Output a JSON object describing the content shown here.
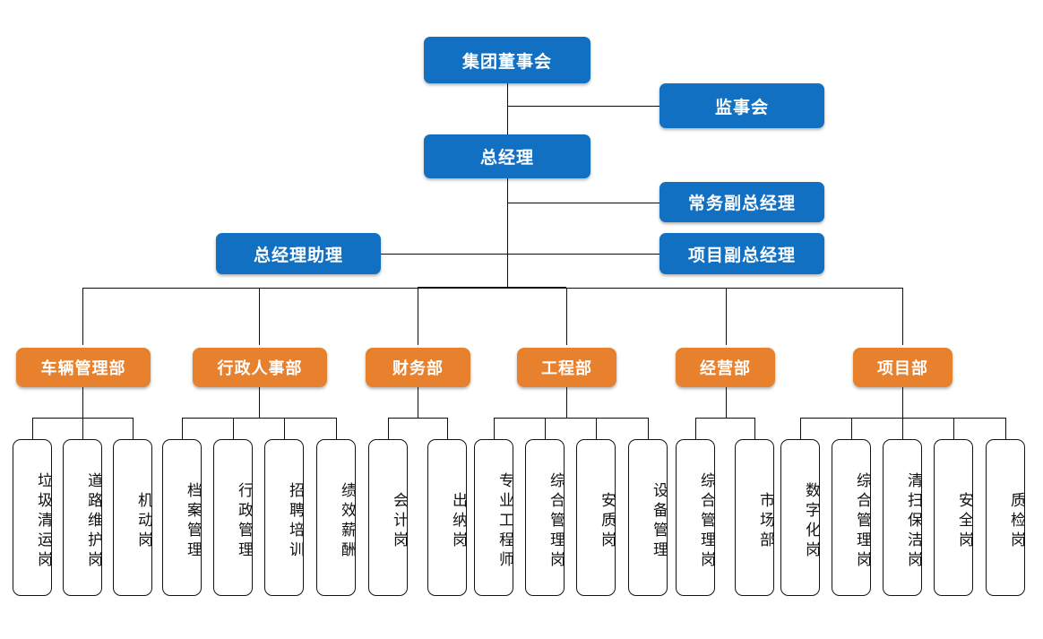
{
  "colors": {
    "blue": "#1270c2",
    "orange": "#e8812e",
    "leaf_border": "#141414",
    "line": "#0d0d0d",
    "background": "#ffffff",
    "blue_text": "#ffffff",
    "orange_text": "#ffffff",
    "leaf_text": "#111111"
  },
  "executive": {
    "board": "集团董事会",
    "supervisory": "监事会",
    "general_manager": "总经理",
    "executive_deputy": "常务副总经理",
    "project_deputy": "项目副总经理",
    "gm_assistant": "总经理助理"
  },
  "departments": [
    {
      "name": "车辆管理部",
      "positions": [
        "垃圾清运岗",
        "道路维护岗",
        "机动岗"
      ]
    },
    {
      "name": "行政人事部",
      "positions": [
        "档案管理",
        "行政管理",
        "招聘培训",
        "绩效薪酬"
      ]
    },
    {
      "name": "财务部",
      "positions": [
        "会计岗",
        "出纳岗"
      ]
    },
    {
      "name": "工程部",
      "positions": [
        "专业工程师",
        "综合管理岗",
        "安质岗",
        "设备管理"
      ]
    },
    {
      "name": "经营部",
      "positions": [
        "综合管理岗",
        "市场部"
      ]
    },
    {
      "name": "项目部",
      "positions": [
        "数字化岗",
        "综合管理岗",
        "清扫保洁岗",
        "安全岗",
        "质检岗"
      ]
    }
  ]
}
